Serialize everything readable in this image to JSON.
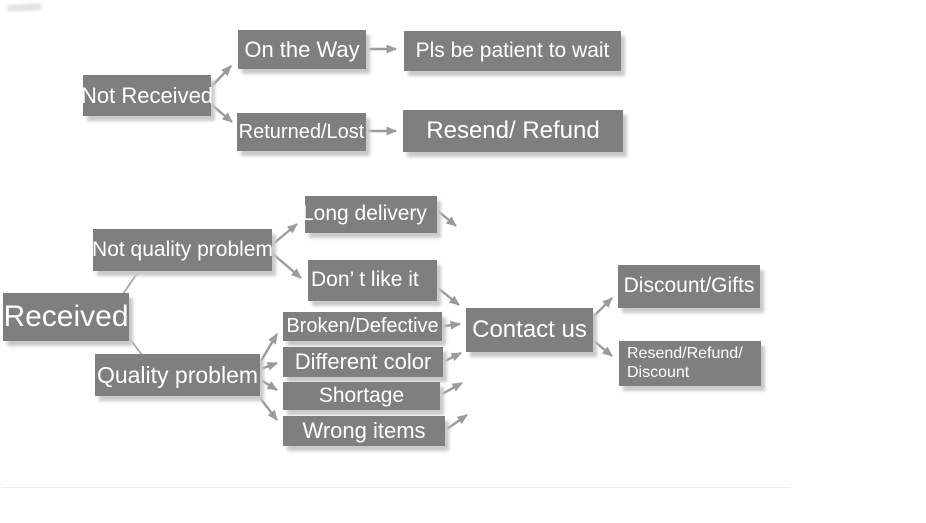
{
  "diagram": {
    "nodes": {
      "not_received": {
        "label": "Not Received"
      },
      "on_the_way": {
        "label": "On the Way"
      },
      "pls_wait": {
        "label": "Pls be patient to wait"
      },
      "returned_lost": {
        "label": "Returned/Lost"
      },
      "resend_refund": {
        "label": "Resend/ Refund"
      },
      "received": {
        "label": "Received"
      },
      "not_quality_problem": {
        "label": "Not quality problem"
      },
      "long_delivery": {
        "label": "Long delivery"
      },
      "dont_like_it": {
        "label": "Don’ t like it"
      },
      "quality_problem": {
        "label": "Quality problem"
      },
      "broken_defective": {
        "label": "Broken/Defective"
      },
      "different_color": {
        "label": "Different color"
      },
      "shortage": {
        "label": "Shortage"
      },
      "wrong_items": {
        "label": "Wrong items"
      },
      "contact_us": {
        "label": "Contact us"
      },
      "discount_gifts": {
        "label": "Discount/Gifts"
      },
      "resend_refund_discount": {
        "line1": "Resend/Refund/",
        "line2": "Discount"
      }
    },
    "edges": [
      {
        "from": "Not Received",
        "to": "On the Way",
        "arrow": true
      },
      {
        "from": "Not Received",
        "to": "Returned/Lost",
        "arrow": true
      },
      {
        "from": "On the Way",
        "to": "Pls be patient to wait",
        "arrow": true
      },
      {
        "from": "Returned/Lost",
        "to": "Resend/ Refund",
        "arrow": true
      },
      {
        "from": "Received",
        "to": "Not quality problem",
        "arrow": false
      },
      {
        "from": "Received",
        "to": "Quality problem",
        "arrow": false
      },
      {
        "from": "Not quality problem",
        "to": "Long delivery",
        "arrow": true
      },
      {
        "from": "Not quality problem",
        "to": "Don’ t like it",
        "arrow": true
      },
      {
        "from": "Long delivery",
        "to": null,
        "arrow": true
      },
      {
        "from": "Don’ t like it",
        "to": "Contact us",
        "arrow": true
      },
      {
        "from": "Quality problem",
        "to": "Broken/Defective",
        "arrow": true
      },
      {
        "from": "Quality problem",
        "to": "Different color",
        "arrow": true
      },
      {
        "from": "Quality problem",
        "to": "Shortage",
        "arrow": true
      },
      {
        "from": "Quality problem",
        "to": "Wrong items",
        "arrow": true
      },
      {
        "from": "Broken/Defective",
        "to": "Contact us",
        "arrow": true
      },
      {
        "from": "Different color",
        "to": "Contact us",
        "arrow": true
      },
      {
        "from": "Shortage",
        "to": "Contact us",
        "arrow": true
      },
      {
        "from": "Wrong items",
        "to": "Contact us",
        "arrow": true
      },
      {
        "from": "Contact us",
        "to": "Discount/Gifts",
        "arrow": true
      },
      {
        "from": "Contact us",
        "to": "Resend/Refund/Discount",
        "arrow": true
      }
    ],
    "colors": {
      "box": "#7f7f7f",
      "text": "#ffffff",
      "arrow": "#9b9b9b",
      "shadow": "#c9c9c9",
      "background": "#ffffff"
    }
  }
}
